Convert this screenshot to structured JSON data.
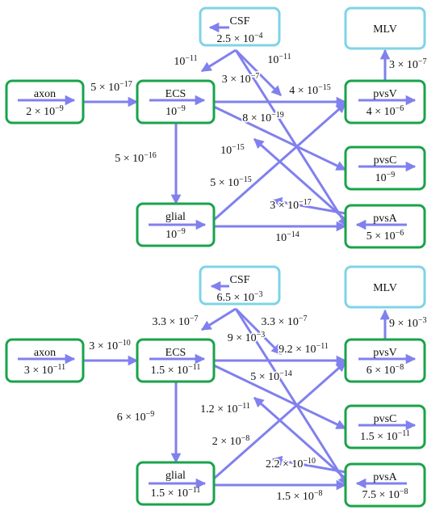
{
  "panels": [
    {
      "id": "top",
      "nodes": {
        "csf": {
          "name": "CSF",
          "value": "2.5 × 10<sup>−4</sup>"
        },
        "mlv": {
          "name": "MLV",
          "value": ""
        },
        "axon": {
          "name": "axon",
          "value": "2 × 10<sup>−9</sup>"
        },
        "ecs": {
          "name": "ECS",
          "value": "10<sup>−9</sup>"
        },
        "pvsv": {
          "name": "pvsV",
          "value": "4 × 10<sup>−6</sup>"
        },
        "pvsc": {
          "name": "pvsC",
          "value": "10<sup>−9</sup>"
        },
        "glial": {
          "name": "glial",
          "value": "10<sup>−9</sup>"
        },
        "pvsa": {
          "name": "pvsA",
          "value": "5 × 10<sup>−6</sup>"
        }
      },
      "labels": {
        "axon_ecs": "5 × 10<sup>−17</sup>",
        "csf_ecs": "10<sup>−11</sup>",
        "csf_pvsa": "10<sup>−11</sup>",
        "ecs_csf": "3 × 10<sup>−7</sup>",
        "ecs_pvsv": "4 × 10<sup>−15</sup>",
        "pvsv_mlv": "3 × 10<sup>−7</sup>",
        "ecs_pvsc": "8 × 10<sup>−19</sup>",
        "pvsa_ecs": "10<sup>−15</sup>",
        "ecs_glial": "5 × 10<sup>−16</sup>",
        "glial_pvsv": "5 × 10<sup>−15</sup>",
        "pvsa_glial": "3 × 10<sup>−17</sup>",
        "glial_pvsa": "10<sup>−14</sup>"
      }
    },
    {
      "id": "bottom",
      "nodes": {
        "csf": {
          "name": "CSF",
          "value": "6.5 × 10<sup>−3</sup>"
        },
        "mlv": {
          "name": "MLV",
          "value": ""
        },
        "axon": {
          "name": "axon",
          "value": "3 × 10<sup>−11</sup>"
        },
        "ecs": {
          "name": "ECS",
          "value": "1.5 × 10<sup>−11</sup>"
        },
        "pvsv": {
          "name": "pvsV",
          "value": "6 × 10<sup>−8</sup>"
        },
        "pvsc": {
          "name": "pvsC",
          "value": "1.5 × 10<sup>−11</sup>"
        },
        "glial": {
          "name": "glial",
          "value": "1.5 × 10<sup>−11</sup>"
        },
        "pvsa": {
          "name": "pvsA",
          "value": "7.5 × 10<sup>−8</sup>"
        }
      },
      "labels": {
        "axon_ecs": "3 × 10<sup>−10</sup>",
        "csf_ecs": "3.3 × 10<sup>−7</sup>",
        "csf_pvsa": "3.3 × 10<sup>−7</sup>",
        "ecs_csf": "9 × 10<sup>−3</sup>",
        "ecs_pvsv": "9.2 × 10<sup>−11</sup>",
        "pvsv_mlv": "9 × 10<sup>−3</sup>",
        "ecs_pvsc": "5 × 10<sup>−14</sup>",
        "pvsa_ecs": "1.2 × 10<sup>−11</sup>",
        "ecs_glial": "6 × 10<sup>−9</sup>",
        "glial_pvsv": "2 × 10<sup>−8</sup>",
        "pvsa_glial": "2.2 × 10<sup>−10</sup>",
        "glial_pvsa": "1.5 × 10<sup>−8</sup>"
      }
    }
  ]
}
